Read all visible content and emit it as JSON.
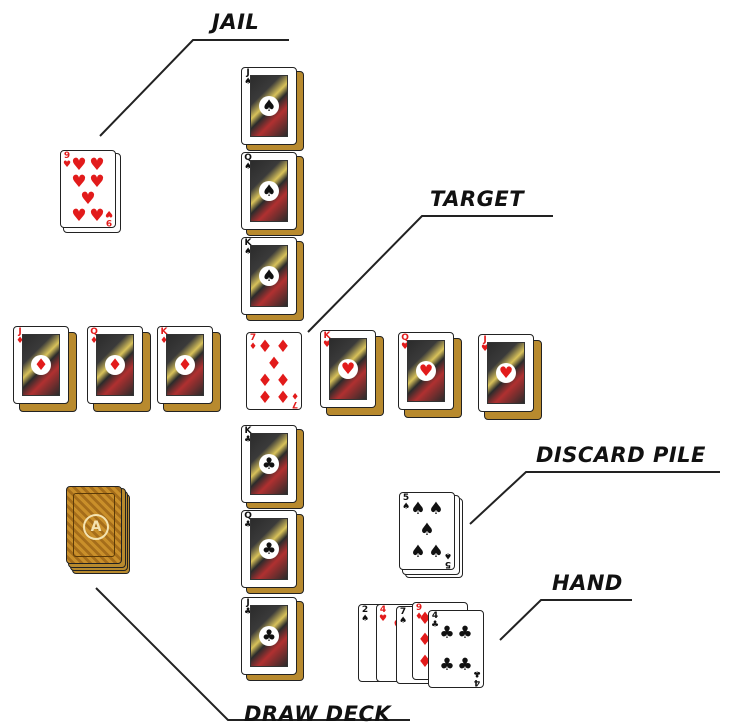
{
  "labels": {
    "jail": "JAIL",
    "target": "TARGET",
    "discard_pile": "DISCARD PILE",
    "hand": "HAND",
    "draw_deck": "DRAW DECK"
  },
  "jail_card": {
    "rank": "9",
    "suit": "♥"
  },
  "column_top": [
    {
      "rank": "J",
      "suit": "♠"
    },
    {
      "rank": "Q",
      "suit": "♠"
    },
    {
      "rank": "K",
      "suit": "♠"
    }
  ],
  "row_left": [
    {
      "rank": "J",
      "suit": "♦"
    },
    {
      "rank": "Q",
      "suit": "♦"
    },
    {
      "rank": "K",
      "suit": "♦"
    }
  ],
  "target_card": {
    "rank": "7",
    "suit": "♦"
  },
  "row_right": [
    {
      "rank": "K",
      "suit": "♥"
    },
    {
      "rank": "Q",
      "suit": "♥"
    },
    {
      "rank": "J",
      "suit": "♥"
    }
  ],
  "column_bottom": [
    {
      "rank": "K",
      "suit": "♣"
    },
    {
      "rank": "Q",
      "suit": "♣"
    },
    {
      "rank": "J",
      "suit": "♣"
    }
  ],
  "discard_card": {
    "rank": "5",
    "suit": "♠"
  },
  "hand_cards": [
    {
      "rank": "2",
      "suit": "♠"
    },
    {
      "rank": "4",
      "suit": "♥"
    },
    {
      "rank": "7",
      "suit": "♠"
    },
    {
      "rank": "9",
      "suit": "♦"
    },
    {
      "rank": "4",
      "suit": "♣"
    }
  ],
  "draw_deck": {
    "emblem": "A"
  },
  "colors": {
    "red_suit": "#e21b1b",
    "black_suit": "#111111",
    "card_back": "#b88a2e"
  }
}
